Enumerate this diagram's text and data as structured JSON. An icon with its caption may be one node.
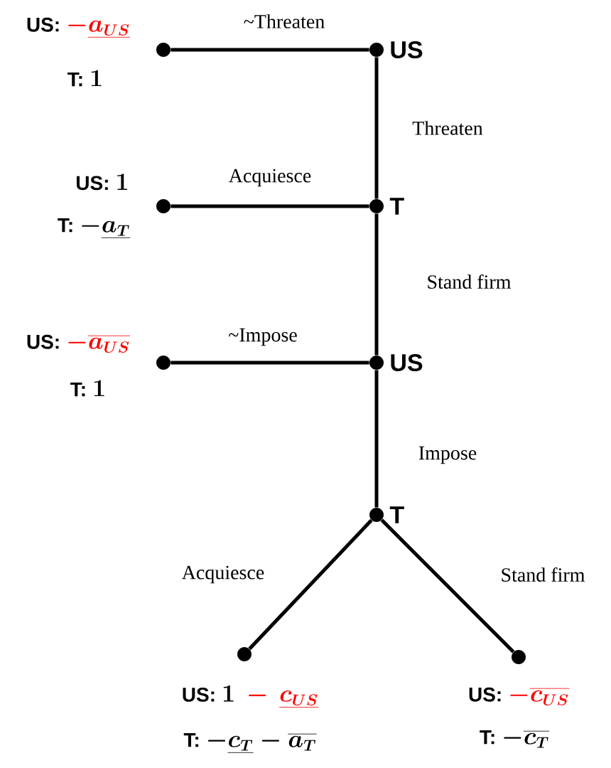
{
  "diagram": {
    "nodes": [
      {
        "text": [],
        "shape": "circle",
        "beside": [
          "US"
        ]
      },
      {
        "text": [],
        "shape": "circle",
        "beside": [
          "US:",
          "\\color{red}-\\underline{a_{US}}",
          "T:",
          "1"
        ]
      },
      {
        "text": [],
        "shape": "circle",
        "beside": [
          "T"
        ]
      },
      {
        "text": [],
        "shape": "circle",
        "beside": [
          "US:",
          "1",
          "T:",
          "-\\underline{a_T}"
        ]
      },
      {
        "text": [],
        "shape": "circle",
        "beside": [
          "US"
        ]
      },
      {
        "text": [],
        "shape": "circle",
        "beside": [
          "US:",
          "\\color{red}-\\overline{a_{US}}",
          "T:",
          "1"
        ]
      },
      {
        "text": [],
        "shape": "circle",
        "beside": [
          "T"
        ]
      },
      {
        "text": [],
        "shape": "circle",
        "beside": [
          "US:",
          "1\\color{red}\\,-\\,\\underline{c_{US}}",
          "T:",
          "-\\underline{c_T}-\\overline{a_T}"
        ]
      },
      {
        "text": [],
        "shape": "circle",
        "beside": [
          "US:",
          "\\color{red}-\\overline{c_{US}}",
          "T:",
          "-\\overline{c_T}"
        ]
      }
    ],
    "edges": [
      {
        "from": 0,
        "to": 1,
        "arrow": "none",
        "label": "~Threaten"
      },
      {
        "from": 0,
        "to": 2,
        "arrow": "none",
        "label": "Threaten"
      },
      {
        "from": 2,
        "to": 3,
        "arrow": "none",
        "label": "Acquiesce"
      },
      {
        "from": 2,
        "to": 4,
        "arrow": "none",
        "label": "Stand firm"
      },
      {
        "from": 4,
        "to": 5,
        "arrow": "none",
        "label": "~Impose"
      },
      {
        "from": 4,
        "to": 6,
        "arrow": "none",
        "label": "Impose"
      },
      {
        "from": 6,
        "to": 7,
        "arrow": "none",
        "label": "Acquiesce"
      },
      {
        "from": 6,
        "to": 8,
        "arrow": "none",
        "label": "Stand firm"
      }
    ]
  }
}
